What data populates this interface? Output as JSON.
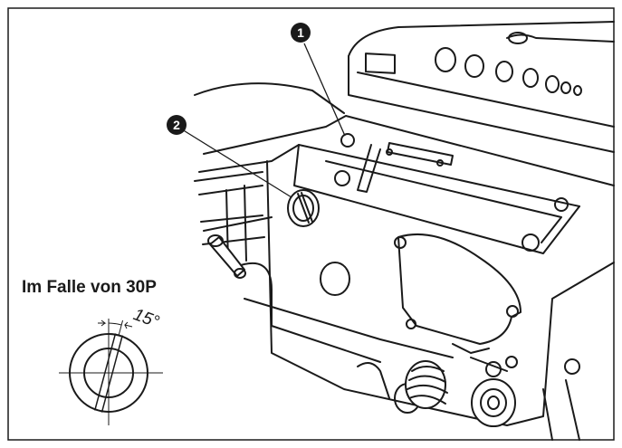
{
  "callouts": [
    {
      "number": "1",
      "glyph": "❶"
    },
    {
      "number": "2",
      "glyph": "❷"
    }
  ],
  "inset": {
    "caption": "Im Falle von 30P",
    "angle_label": "15°"
  },
  "colors": {
    "line": "#1a1a1a",
    "background": "#ffffff",
    "shade": "#d9d9d9"
  }
}
